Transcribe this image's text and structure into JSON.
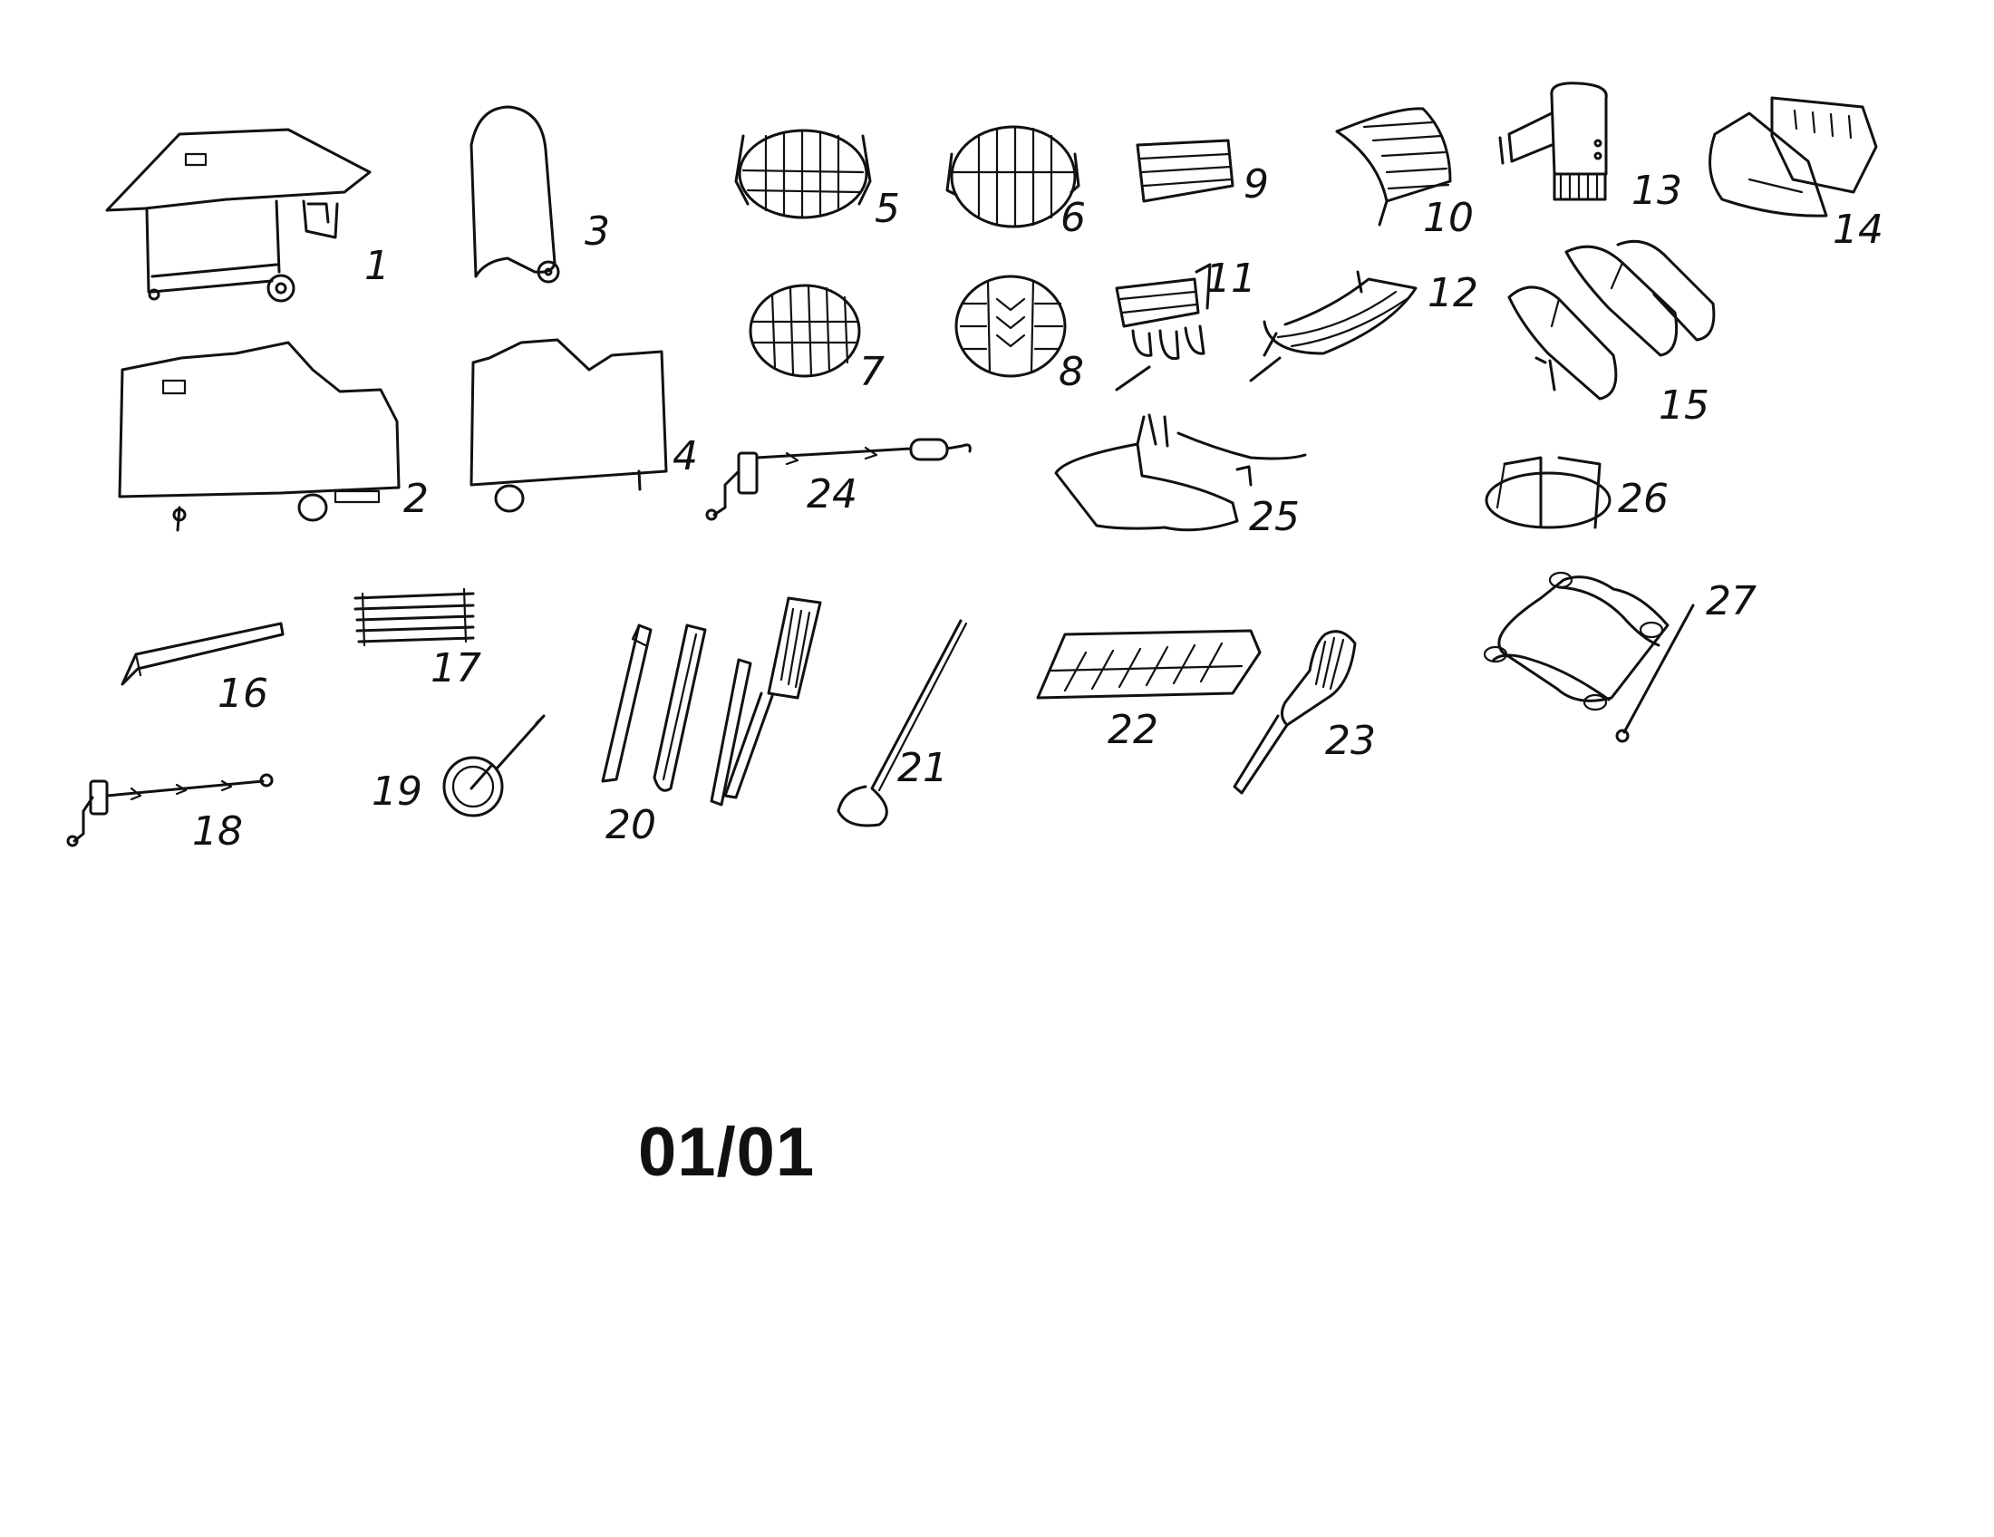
{
  "page": {
    "page_number": "01/01"
  },
  "parts": [
    {
      "number": "1"
    },
    {
      "number": "2"
    },
    {
      "number": "3"
    },
    {
      "number": "4"
    },
    {
      "number": "5"
    },
    {
      "number": "6"
    },
    {
      "number": "7"
    },
    {
      "number": "8"
    },
    {
      "number": "9"
    },
    {
      "number": "10"
    },
    {
      "number": "11"
    },
    {
      "number": "12"
    },
    {
      "number": "13"
    },
    {
      "number": "14"
    },
    {
      "number": "15"
    },
    {
      "number": "16"
    },
    {
      "number": "17"
    },
    {
      "number": "18"
    },
    {
      "number": "19"
    },
    {
      "number": "20"
    },
    {
      "number": "21"
    },
    {
      "number": "22"
    },
    {
      "number": "23"
    },
    {
      "number": "24"
    },
    {
      "number": "25"
    },
    {
      "number": "26"
    },
    {
      "number": "27"
    }
  ]
}
